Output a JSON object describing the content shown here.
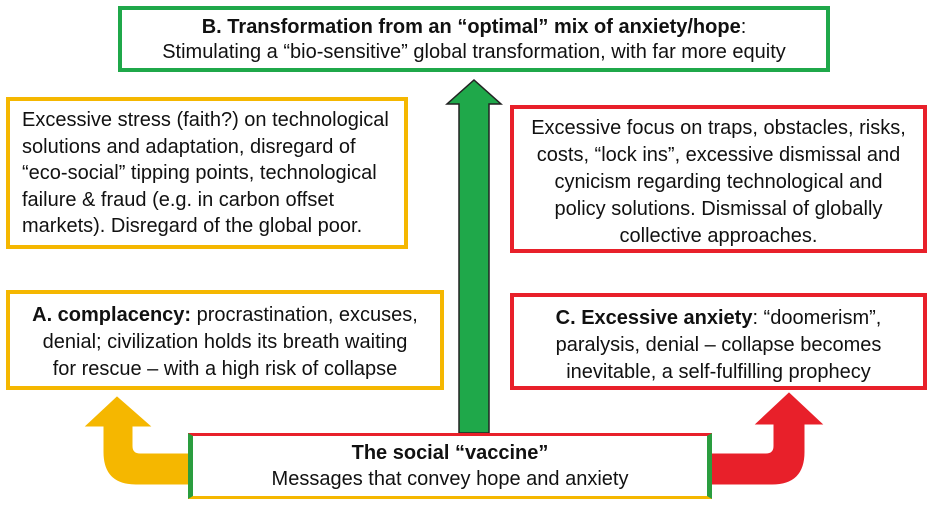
{
  "top_box": {
    "title": "B. Transformation from an “optimal” mix of anxiety/hope",
    "title_colon": ":",
    "subtitle": "Stimulating a “bio-sensitive” global transformation, with far more equity"
  },
  "left_box": {
    "line1": "Excessive stress (faith?) on technological",
    "line2": "solutions and adaptation, disregard of",
    "line3": "“eco-social” tipping points, technological",
    "line4": "failure & fraud (e.g. in carbon offset",
    "line5": "markets). Disregard of the global poor."
  },
  "right_box": {
    "line1": "Excessive focus on traps, obstacles, risks,",
    "line2": "costs, “lock ins”, excessive dismissal and",
    "line3": "cynicism regarding technological and",
    "line4": "policy solutions. Dismissal of globally",
    "line5": "collective approaches."
  },
  "complacency_box": {
    "title": "A. complacency:",
    "line1_rest": " procrastination, excuses,",
    "line2": "denial; civilization holds its breath waiting",
    "line3": "for rescue – with a high risk of collapse"
  },
  "anxiety_box": {
    "title": "C. Excessive anxiety",
    "line1_rest": ": “doomerism”,",
    "line2": "paralysis, denial – collapse becomes",
    "line3": "inevitable, a self-fulfilling prophecy"
  },
  "vaccine_box": {
    "title": "The social “vaccine”",
    "subtitle": "Messages that convey hope and anxiety"
  },
  "colors": {
    "green": "#1fa84a",
    "yellow": "#f5b700",
    "red": "#e8202a"
  }
}
